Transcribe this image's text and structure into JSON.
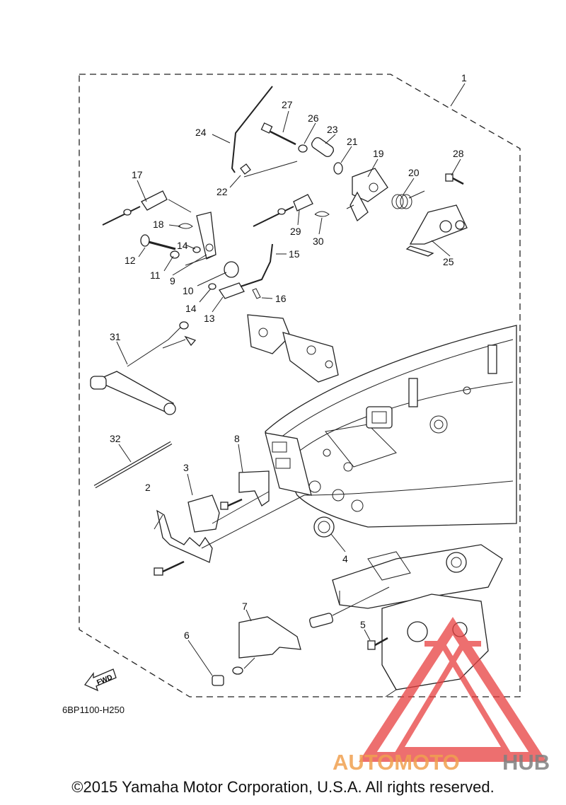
{
  "diagram": {
    "code": "6BP1100-H250",
    "fwd_label": "FWD",
    "callouts": [
      "1",
      "2",
      "3",
      "4",
      "5",
      "6",
      "7",
      "8",
      "9",
      "10",
      "11",
      "12",
      "13",
      "14",
      "14",
      "15",
      "16",
      "17",
      "18",
      "19",
      "20",
      "21",
      "22",
      "23",
      "24",
      "25",
      "26",
      "27",
      "28",
      "29",
      "30",
      "31",
      "32"
    ]
  },
  "watermark": {
    "part1": "AUTOMOTO",
    "part2": "HUB",
    "color_primary": "#f0a050",
    "color_secondary": "#808080",
    "triangle_color": "#e84040"
  },
  "copyright": "©2015 Yamaha Motor Corporation, U.S.A. All rights reserved."
}
